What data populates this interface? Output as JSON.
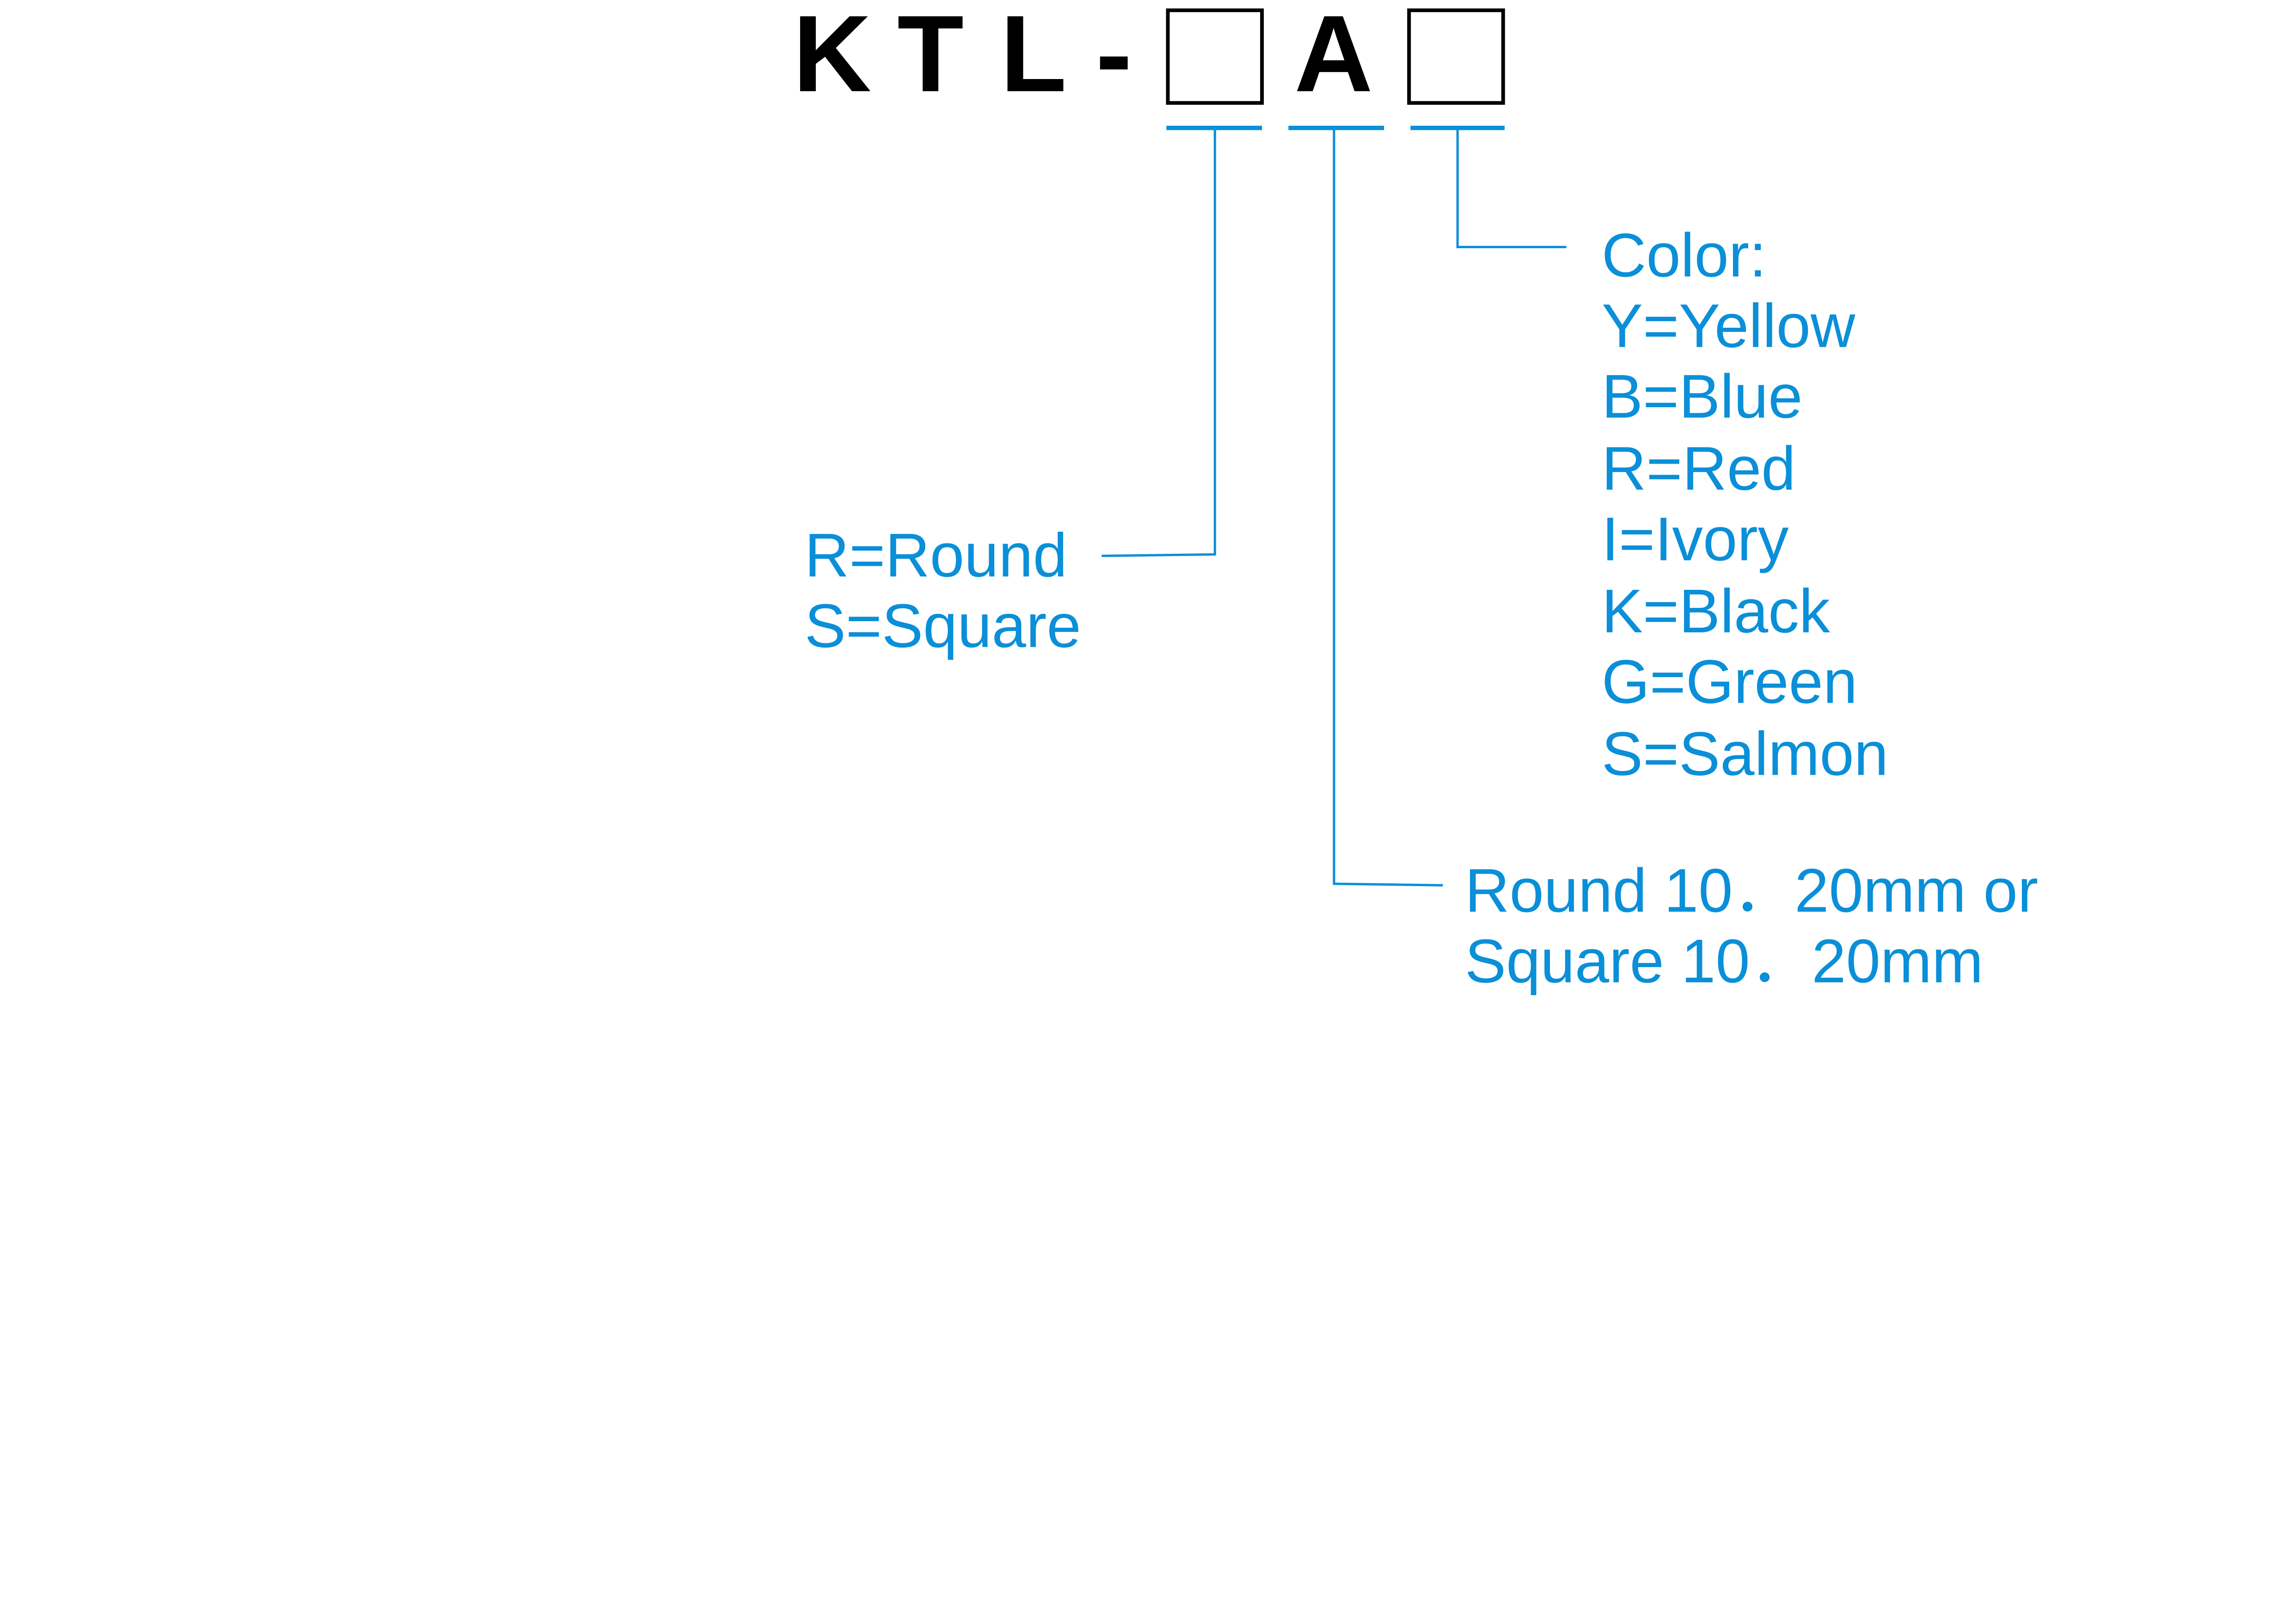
{
  "model_code": {
    "prefix_letters": [
      "K",
      "T",
      "L",
      "-"
    ],
    "fixed_letter": "A"
  },
  "colors": {
    "accent": "#0a8fd8",
    "text": "#000000"
  },
  "shape_option": {
    "lines": [
      "R=Round",
      "S=Square"
    ]
  },
  "size_option": {
    "lines": [
      "Round 10．20mm or",
      "Square 10．20mm"
    ]
  },
  "color_option": {
    "lines": [
      "Color:",
      "Y=Yellow",
      "B=Blue",
      "R=Red",
      "I=Ivory",
      "K=Black",
      "G=Green",
      "S=Salmon"
    ]
  }
}
